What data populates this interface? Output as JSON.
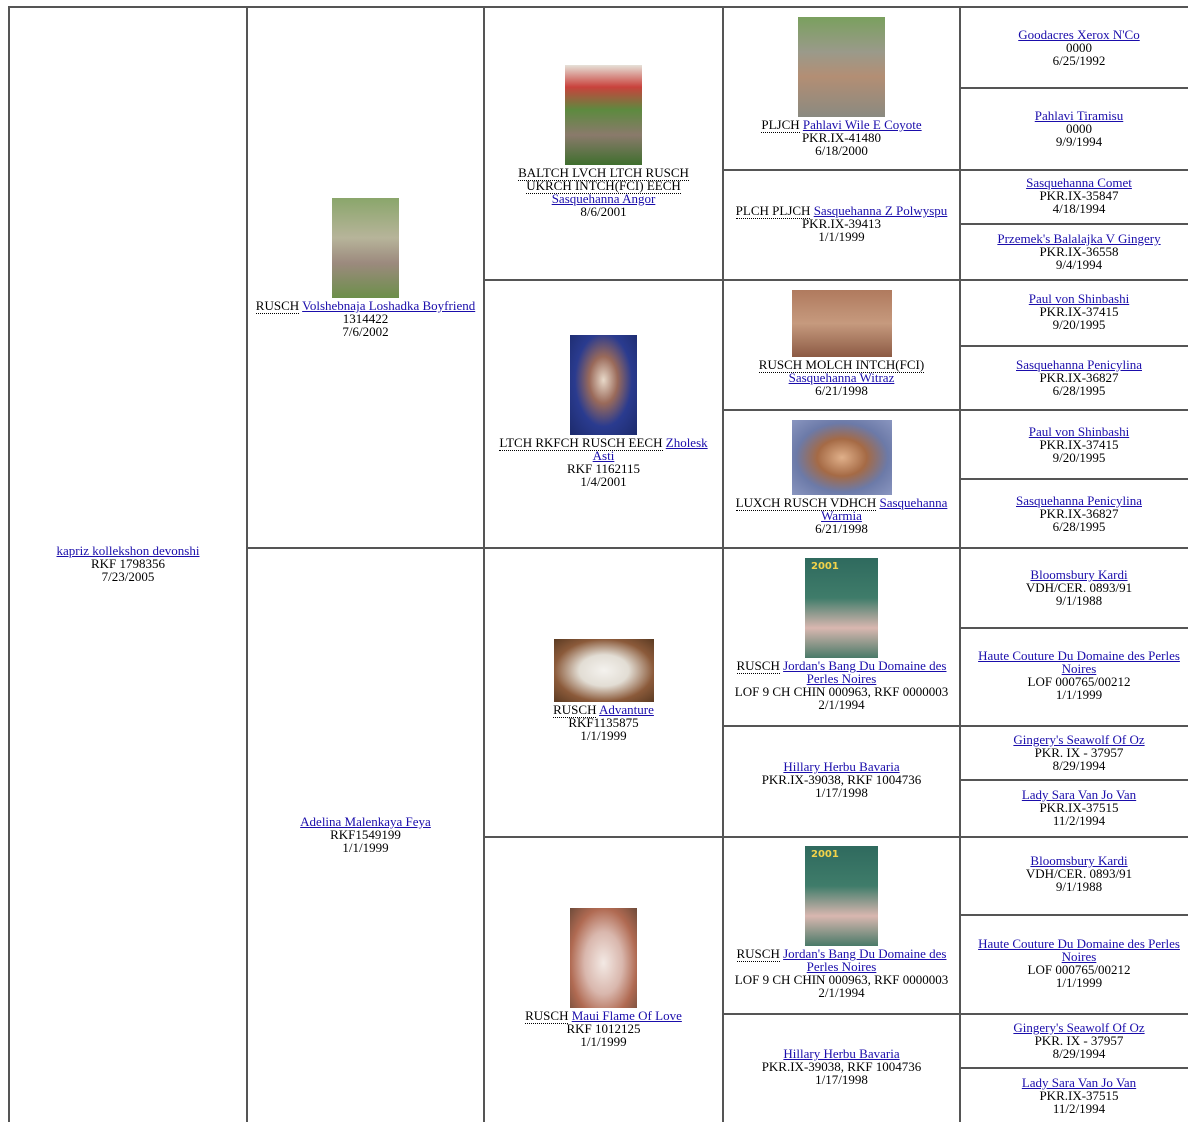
{
  "g0": {
    "name": "kapriz kollekshon devonshi",
    "reg": "RKF 1798356",
    "date": "7/23/2005"
  },
  "g1": [
    {
      "title": "RUSCH",
      "name": "Volshebnaja Loshadka Boyfriend",
      "reg": "1314422",
      "date": "7/6/2002"
    },
    {
      "title": "",
      "name": "Adelina Malenkaya Feya",
      "reg": "RKF1549199",
      "date": "1/1/1999"
    }
  ],
  "g2": [
    {
      "title": "BALTCH LVCH LTCH RUSCH UKRCH INTCH(FCI) EECH",
      "name": "Sasquehanna Angor",
      "reg": "",
      "date": "8/6/2001"
    },
    {
      "title": "LTCH RKFCH RUSCH EECH",
      "name": "Zholesk Asti",
      "reg": "RKF 1162115",
      "date": "1/4/2001"
    },
    {
      "title": "RUSCH",
      "name": "Advanture",
      "reg": "RKF1135875",
      "date": "1/1/1999"
    },
    {
      "title": "RUSCH",
      "name": "Maui Flame Of Love",
      "reg": "RKF 1012125",
      "date": "1/1/1999"
    }
  ],
  "g3": [
    {
      "title": "PLJCH",
      "name": "Pahlavi Wile E Coyote",
      "reg": "PKR.IX-41480",
      "date": "6/18/2000"
    },
    {
      "title": "PLCH PLJCH",
      "name": "Sasquehanna Z Polwyspu",
      "reg": "PKR.IX-39413",
      "date": "1/1/1999"
    },
    {
      "title": "RUSCH MOLCH INTCH(FCI)",
      "name": "Sasquehanna Witraz",
      "reg": "",
      "date": "6/21/1998"
    },
    {
      "title": "LUXCH RUSCH VDHCH",
      "name": "Sasquehanna Warmia",
      "reg": "",
      "date": "6/21/1998"
    },
    {
      "title": "RUSCH",
      "name": "Jordan's Bang Du Domaine des Perles Noires",
      "reg": "LOF 9 CH CHIN 000963, RKF 0000003",
      "date": "2/1/1994"
    },
    {
      "title": "",
      "name": "Hillary Herbu Bavaria",
      "reg": "PKR.IX-39038, RKF 1004736",
      "date": "1/17/1998"
    },
    {
      "title": "RUSCH",
      "name": "Jordan's Bang Du Domaine des Perles Noires",
      "reg": "LOF 9 CH CHIN 000963, RKF 0000003",
      "date": "2/1/1994"
    },
    {
      "title": "",
      "name": "Hillary Herbu Bavaria",
      "reg": "PKR.IX-39038, RKF 1004736",
      "date": "1/17/1998"
    }
  ],
  "g4": [
    {
      "name": "Goodacres Xerox N'Co",
      "reg": "0000",
      "date": "6/25/1992"
    },
    {
      "name": "Pahlavi Tiramisu",
      "reg": "0000",
      "date": "9/9/1994"
    },
    {
      "name": "Sasquehanna Comet",
      "reg": "PKR.IX-35847",
      "date": "4/18/1994"
    },
    {
      "name": "Przemek's Balalajka V Gingery",
      "reg": "PKR.IX-36558",
      "date": "9/4/1994"
    },
    {
      "name": "Paul von Shinbashi",
      "reg": "PKR.IX-37415",
      "date": "9/20/1995"
    },
    {
      "name": "Sasquehanna Penicylina",
      "reg": "PKR.IX-36827",
      "date": "6/28/1995"
    },
    {
      "name": "Paul von Shinbashi",
      "reg": "PKR.IX-37415",
      "date": "9/20/1995"
    },
    {
      "name": "Sasquehanna Penicylina",
      "reg": "PKR.IX-36827",
      "date": "6/28/1995"
    },
    {
      "name": "Bloomsbury Kardi",
      "reg": "VDH/CER. 0893/91",
      "date": "9/1/1988"
    },
    {
      "name": "Haute Couture Du Domaine des Perles Noires",
      "reg": "LOF 000765/00212",
      "date": "1/1/1999"
    },
    {
      "name": "Gingery's Seawolf Of Oz",
      "reg": "PKR. IX - 37957",
      "date": "8/29/1994"
    },
    {
      "name": "Lady Sara Van Jo Van",
      "reg": "PKR.IX-37515",
      "date": "11/2/1994"
    },
    {
      "name": "Bloomsbury Kardi",
      "reg": "VDH/CER. 0893/91",
      "date": "9/1/1988"
    },
    {
      "name": "Haute Couture Du Domaine des Perles Noires",
      "reg": "LOF 000765/00212",
      "date": "1/1/1999"
    },
    {
      "name": "Gingery's Seawolf Of Oz",
      "reg": "PKR. IX - 37957",
      "date": "8/29/1994"
    },
    {
      "name": "Lady Sara Van Jo Van",
      "reg": "PKR.IX-37515",
      "date": "11/2/1994"
    }
  ],
  "photo_badge": "2001"
}
